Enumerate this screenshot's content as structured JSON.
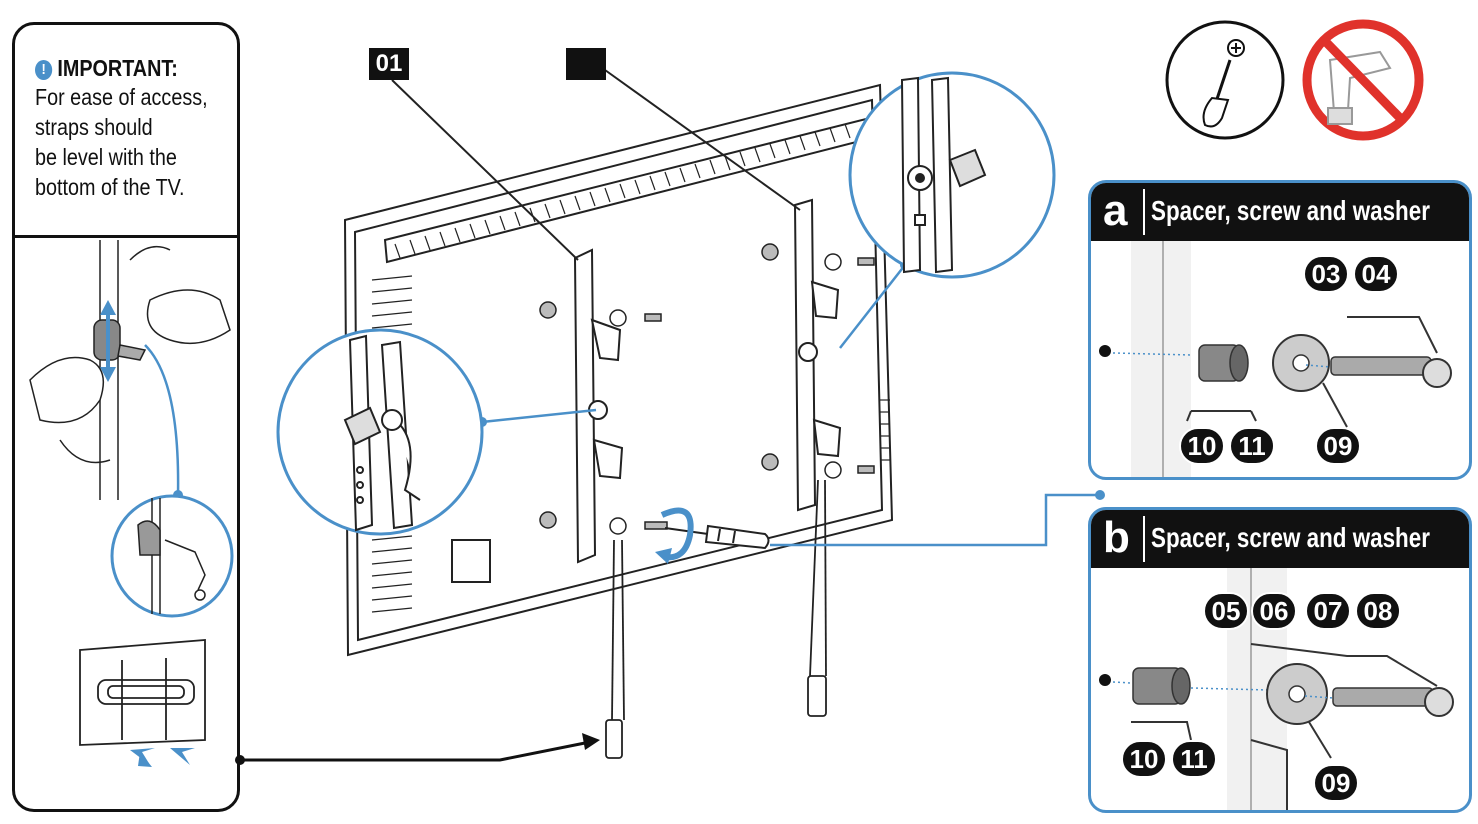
{
  "important": {
    "heading": "IMPORTANT:",
    "lines": [
      "For ease of access,",
      "straps should",
      "be level with the",
      "bottom of the TV."
    ]
  },
  "steps": {
    "left_label": "01",
    "right_label": ""
  },
  "panel_a": {
    "letter": "a",
    "title": "Spacer, screw and washer",
    "parts": [
      "03",
      "04",
      "10",
      "11",
      "09"
    ]
  },
  "panel_b": {
    "letter": "b",
    "title": "Spacer, screw and washer",
    "parts": [
      "05",
      "06",
      "07",
      "08",
      "10",
      "11",
      "09"
    ]
  },
  "icons": {
    "allowed_tool": "screwdriver-icon",
    "forbidden_tool": "no-power-drill-icon"
  },
  "colors": {
    "accent": "#4a90c9",
    "prohibit": "#e0322b",
    "ink": "#111111"
  }
}
